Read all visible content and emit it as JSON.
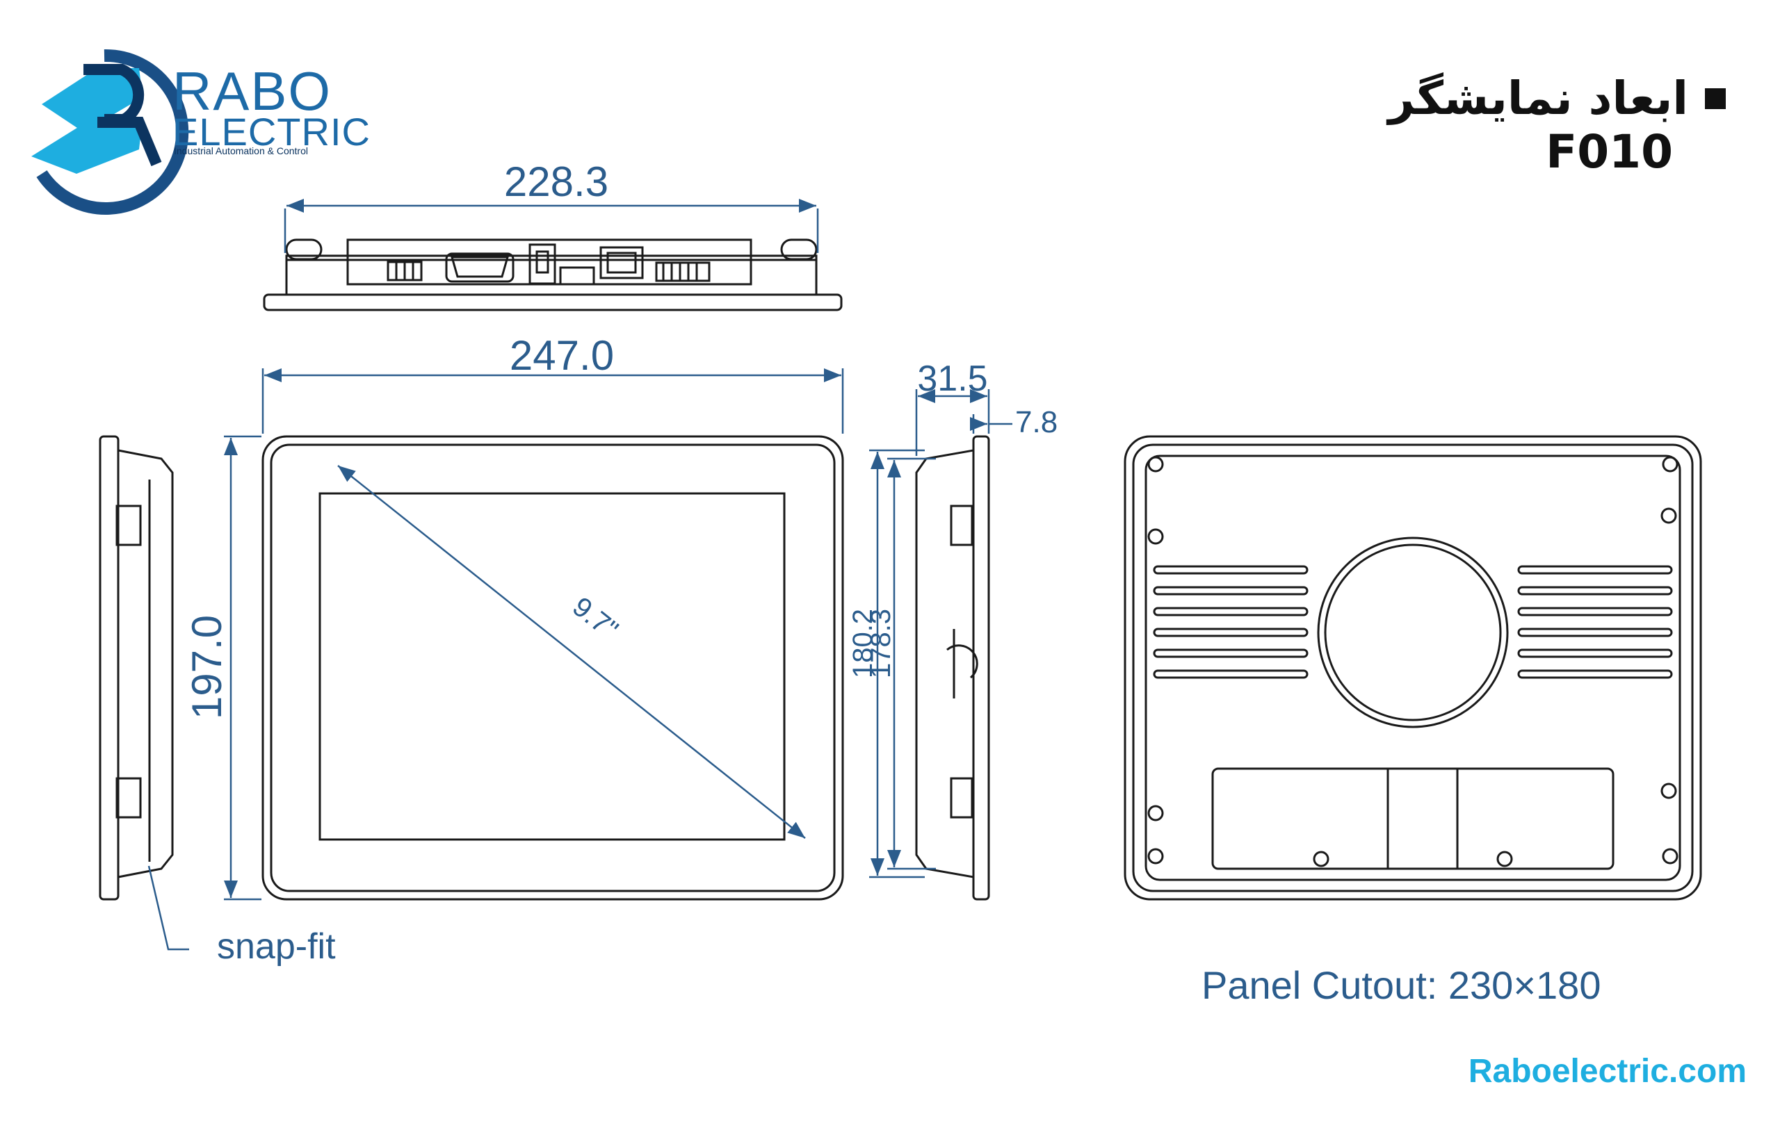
{
  "branding": {
    "logo_rabo": "RABO",
    "logo_electric": "ELECTRIC",
    "logo_tagline": "Industrial Automation & Control",
    "website": "Raboelectric.com",
    "colors": {
      "brand_blue": "#1d6aa7",
      "brand_cyan": "#1eaee0",
      "dim_blue": "#2b5c8c"
    }
  },
  "title": {
    "persian": "ابعاد نمایشگر",
    "model": "F010"
  },
  "dimensions": {
    "top_width": "228.3",
    "front_width": "247.0",
    "depth": "31.5",
    "bezel": "7.8",
    "front_height": "197.0",
    "side_height_outer": "180.2",
    "side_height_inner": "178.3",
    "diagonal": "9.7\""
  },
  "labels": {
    "snap_fit": "snap-fit",
    "panel_cutout": "Panel Cutout:  230×180"
  }
}
